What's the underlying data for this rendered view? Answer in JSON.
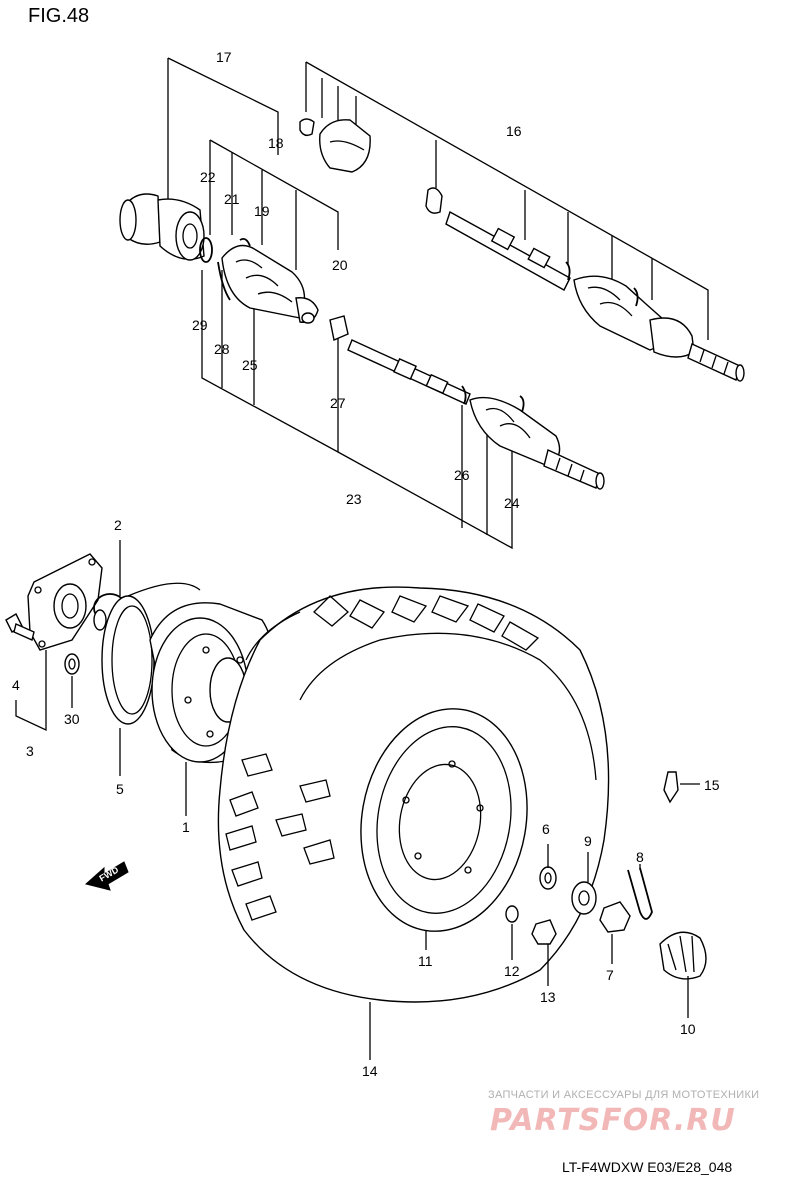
{
  "figure_title": "FIG.48",
  "footer_code": "LT-F4WDXW E03/E28_048",
  "watermark": {
    "tagline": "ЗАПЧАСТИ И АКСЕССУАРЫ ДЛЯ МОТОТЕХНИКИ",
    "brand": "PARTSFOR.RU"
  },
  "direction_arrow": "FWD",
  "callouts": {
    "c1": "1",
    "c2": "2",
    "c3": "3",
    "c4": "4",
    "c5": "5",
    "c6": "6",
    "c7": "7",
    "c8": "8",
    "c9": "9",
    "c10": "10",
    "c11": "11",
    "c12": "12",
    "c13": "13",
    "c14": "14",
    "c15": "15",
    "c16": "16",
    "c17": "17",
    "c18": "18",
    "c19": "19",
    "c20": "20",
    "c21": "21",
    "c22": "22",
    "c23": "23",
    "c24": "24",
    "c25": "25",
    "c26": "26",
    "c27": "27",
    "c28": "28",
    "c29": "29",
    "c30": "30"
  },
  "colors": {
    "line": "#000000",
    "watermark_tagline": "#b0b0b0",
    "watermark_brand": "#f2b8b8"
  }
}
